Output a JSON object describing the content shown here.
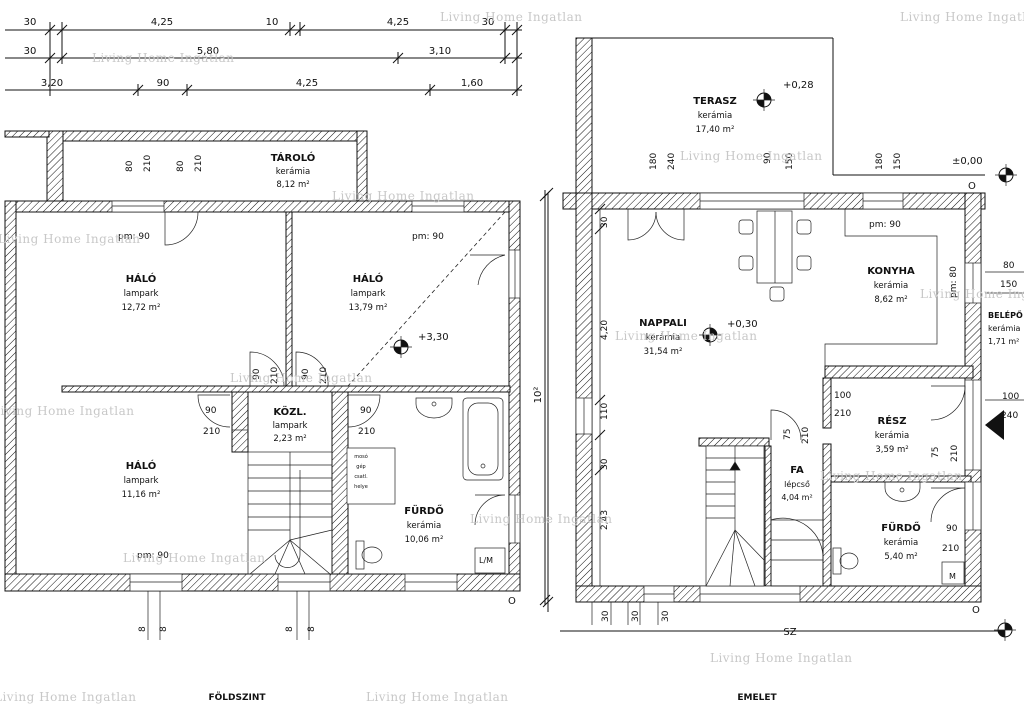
{
  "watermark": "Living Home Ingatlan",
  "floors": {
    "ground": {
      "label": "FÖLDSZINT"
    },
    "upper": {
      "label": "EMELET"
    }
  },
  "ground_dims": {
    "row1": [
      "30",
      "4,25",
      "10",
      "4,25",
      "30"
    ],
    "row2": [
      "30",
      "5,80",
      "3,10"
    ],
    "row3": [
      "3,20",
      "90",
      "4,25",
      "1,60"
    ],
    "vertical": "10²",
    "bottom": [
      "8",
      "8",
      "8",
      "8"
    ]
  },
  "upper_dims": {
    "left_vertical": [
      "30",
      "4,20",
      "110",
      "30",
      "2,43"
    ],
    "bottom": [
      "30",
      "30",
      "30"
    ],
    "compass": "SZ",
    "right": [
      "80",
      "150",
      "100",
      "240"
    ]
  },
  "ground_rooms": [
    {
      "name": "TÁROLÓ",
      "material": "kerámia",
      "area": "8,12 m²"
    },
    {
      "name": "HÁLÓ",
      "material": "lampark",
      "area": "12,72 m²"
    },
    {
      "name": "HÁLÓ",
      "material": "lampark",
      "area": "13,79 m²"
    },
    {
      "name": "HÁLÓ",
      "material": "lampark",
      "area": "11,16 m²"
    },
    {
      "name": "KÖZL.",
      "material": "lampark",
      "area": "2,23 m²"
    },
    {
      "name": "FÜRDŐ",
      "material": "kerámia",
      "area": "10,06 m²"
    }
  ],
  "upper_rooms": [
    {
      "name": "TERASZ",
      "material": "kerámia",
      "area": "17,40 m²"
    },
    {
      "name": "NAPPALI",
      "material": "kerámia",
      "area": "31,54 m²"
    },
    {
      "name": "KONYHA",
      "material": "kerámia",
      "area": "8,62 m²"
    },
    {
      "name": "BELÉPŐ",
      "material": "kerámia",
      "area": "1,71 m²"
    },
    {
      "name": "RÉSZ",
      "material": "kerámia",
      "area": "3,59 m²"
    },
    {
      "name": "FA",
      "material": "lépcső",
      "area": "4,04 m²"
    },
    {
      "name": "FÜRDŐ",
      "material": "kerámia",
      "area": "5,40 m²"
    }
  ],
  "ground_labels": {
    "pm_90": "pm: 90",
    "level_330": "+3,30",
    "washer_1": "mosó",
    "washer_2": "gép",
    "washer_3": "csatl.",
    "washer_4": "helye",
    "lm": "L/M",
    "o": "O",
    "d80": "80",
    "d210": "210",
    "d90": "90"
  },
  "upper_labels": {
    "pm_90": "pm: 90",
    "pm_80": "pm: 80",
    "level_028": "+0,28",
    "level_030": "+0,30",
    "level_000": "±0,00",
    "m": "M",
    "o": "O",
    "d180": "180",
    "d240": "240",
    "d90": "90",
    "d150": "150",
    "d100": "100",
    "d210": "210",
    "d75": "75"
  }
}
